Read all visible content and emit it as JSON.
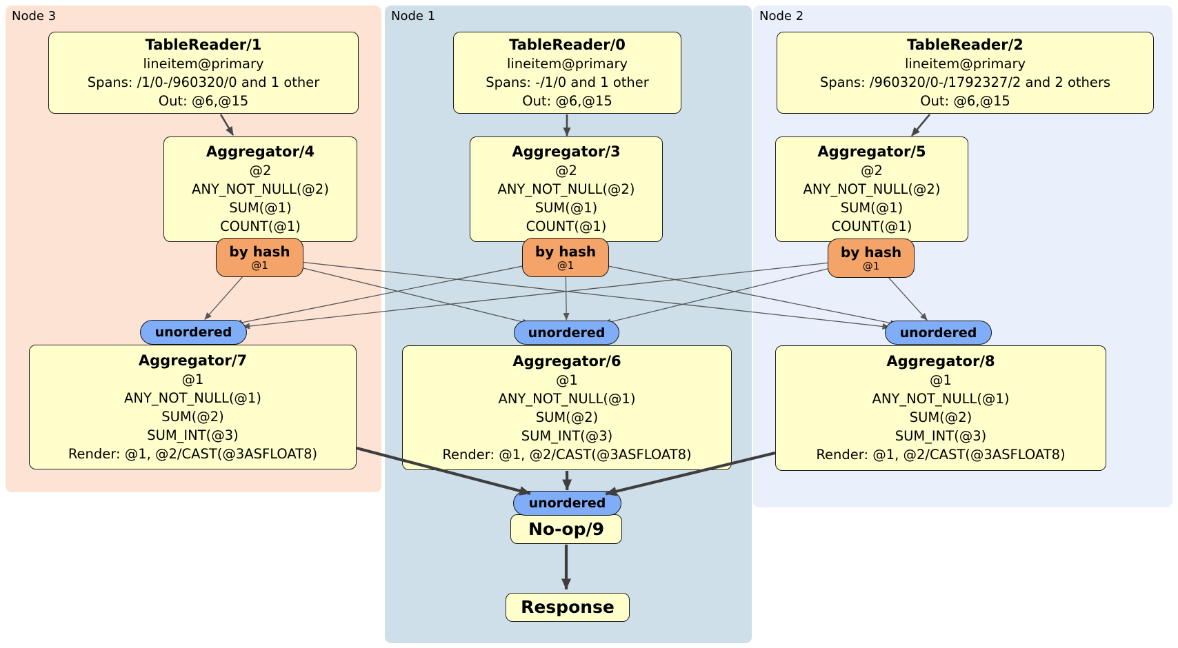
{
  "regions": [
    {
      "label": "Node 3"
    },
    {
      "label": "Node 1"
    },
    {
      "label": "Node 2"
    }
  ],
  "processors": [
    {
      "id": "tr1",
      "node": "Node 3",
      "title": "TableReader/1",
      "lines": [
        "lineitem@primary",
        "Spans: /1/0-/960320/0 and 1 other",
        "Out: @6,@15"
      ]
    },
    {
      "id": "agg4",
      "node": "Node 3",
      "title": "Aggregator/4",
      "lines": [
        "@2",
        "ANY_NOT_NULL(@2)",
        "SUM(@1)",
        "COUNT(@1)"
      ]
    },
    {
      "id": "tr0",
      "node": "Node 1",
      "title": "TableReader/0",
      "lines": [
        "lineitem@primary",
        "Spans: -/1/0 and 1 other",
        "Out: @6,@15"
      ]
    },
    {
      "id": "agg3",
      "node": "Node 1",
      "title": "Aggregator/3",
      "lines": [
        "@2",
        "ANY_NOT_NULL(@2)",
        "SUM(@1)",
        "COUNT(@1)"
      ]
    },
    {
      "id": "tr2",
      "node": "Node 2",
      "title": "TableReader/2",
      "lines": [
        "lineitem@primary",
        "Spans: /960320/0-/1792327/2 and 2 others",
        "Out: @6,@15"
      ]
    },
    {
      "id": "agg5",
      "node": "Node 2",
      "title": "Aggregator/5",
      "lines": [
        "@2",
        "ANY_NOT_NULL(@2)",
        "SUM(@1)",
        "COUNT(@1)"
      ]
    },
    {
      "id": "agg7",
      "node": "Node 3",
      "title": "Aggregator/7",
      "lines": [
        "@1",
        "ANY_NOT_NULL(@1)",
        "SUM(@2)",
        "SUM_INT(@3)",
        "Render: @1, @2/CAST(@3ASFLOAT8)"
      ]
    },
    {
      "id": "agg6",
      "node": "Node 1",
      "title": "Aggregator/6",
      "lines": [
        "@1",
        "ANY_NOT_NULL(@1)",
        "SUM(@2)",
        "SUM_INT(@3)",
        "Render: @1, @2/CAST(@3ASFLOAT8)"
      ]
    },
    {
      "id": "agg8",
      "node": "Node 2",
      "title": "Aggregator/8",
      "lines": [
        "@1",
        "ANY_NOT_NULL(@1)",
        "SUM(@2)",
        "SUM_INT(@3)",
        "Render: @1, @2/CAST(@3ASFLOAT8)"
      ]
    },
    {
      "id": "noop",
      "node": "Node 1",
      "title": "No-op/9",
      "lines": []
    },
    {
      "id": "resp",
      "node": "Node 1",
      "title": "Response",
      "lines": []
    }
  ],
  "routers": [
    {
      "id": "bh4",
      "node": "Node 3",
      "label": "by hash",
      "detail": "@1"
    },
    {
      "id": "bh3",
      "node": "Node 1",
      "label": "by hash",
      "detail": "@1"
    },
    {
      "id": "bh5",
      "node": "Node 2",
      "label": "by hash",
      "detail": "@1"
    }
  ],
  "syncs": [
    {
      "id": "un7",
      "node": "Node 3",
      "label": "unordered"
    },
    {
      "id": "un6",
      "node": "Node 1",
      "label": "unordered"
    },
    {
      "id": "un8",
      "node": "Node 2",
      "label": "unordered"
    },
    {
      "id": "unF",
      "node": "Node 1",
      "label": "unordered"
    }
  ],
  "colors": {
    "node3_bg": "#fce3d4",
    "node1_bg": "#cfdfe9",
    "node2_bg": "#e9effb",
    "box_fill": "#ffffcc",
    "router_fill": "#f5a469",
    "sync_fill": "#7fadf7",
    "edge_thin": "#565656",
    "edge_medium": "#474747",
    "edge_thick": "#3e3e3e"
  }
}
